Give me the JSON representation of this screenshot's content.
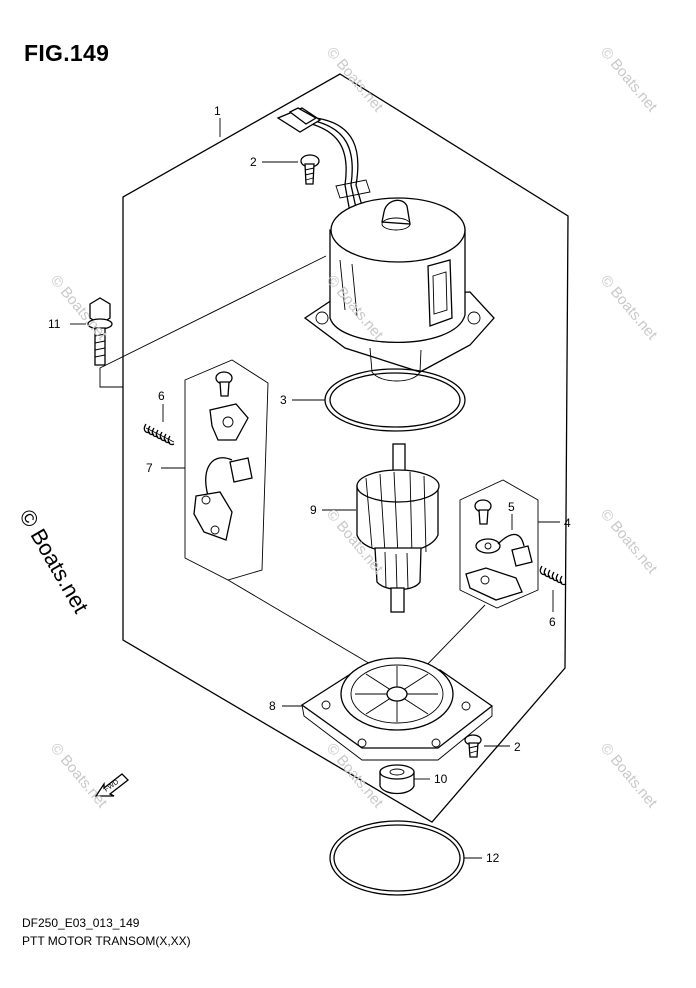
{
  "figure": {
    "title": "FIG.149",
    "code": "DF250_E03_013_149",
    "description": "PTT MOTOR TRANSOM(X,XX)",
    "watermark_side": "© Boats.net",
    "watermark_faint": "© Boats.net",
    "fwd_label": "FWD"
  },
  "callouts": {
    "c1": "1",
    "c2a": "2",
    "c2b": "2",
    "c3": "3",
    "c4": "4",
    "c5": "5",
    "c6a": "6",
    "c6b": "6",
    "c7": "7",
    "c8": "8",
    "c9": "9",
    "c10": "10",
    "c11": "11",
    "c12": "12"
  }
}
